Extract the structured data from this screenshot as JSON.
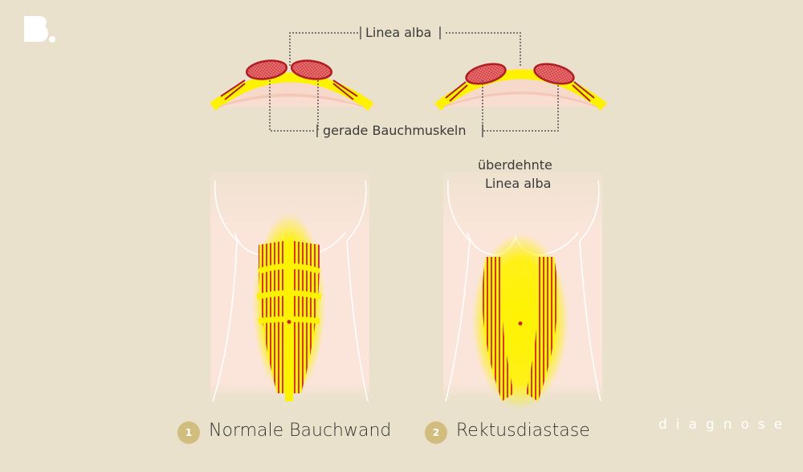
{
  "brand": {
    "logo_letter": "B",
    "wordmark": "diagnose"
  },
  "cross_section": {
    "top_label": "Linea alba",
    "bottom_label": "gerade Bauchmuskeln"
  },
  "figures": [
    {
      "number": "1",
      "caption": "Normale Bauchwand"
    },
    {
      "number": "2",
      "caption": "Rektusdiastase",
      "annotation_line1": "überdehnte",
      "annotation_line2": "Linea alba"
    }
  ],
  "colors": {
    "background": "#e9e1cb",
    "skin": "#fbe5da",
    "muscle_red": "#c8262c",
    "fat_yellow": "#fff200",
    "badge": "#d1bd7d"
  }
}
